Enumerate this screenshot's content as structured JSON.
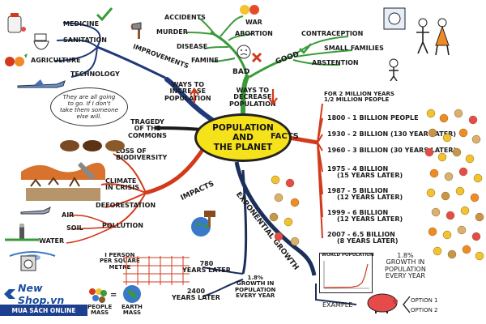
{
  "center": {
    "line1": "POPULATION",
    "line2": "AND",
    "line3": "THE PLANET"
  },
  "branches": {
    "facts": "FACTS",
    "impacts": "IMPACTS",
    "exponential_growth": "EXPONENTIAL GROWTH",
    "tragedy": [
      "TRAGEDY",
      "OF THE",
      "COMMONS"
    ],
    "ways_increase": [
      "WAYS TO",
      "INCREASE",
      "POPULATION"
    ],
    "ways_decrease": [
      "WAYS TO",
      "DECREASE",
      "POPULATION"
    ]
  },
  "increase": {
    "improvements": "IMPROVEMENTS",
    "items": [
      "MEDICINE",
      "SANITATION",
      "AGRICULTURE",
      "TECHNOLOGY"
    ]
  },
  "decrease": {
    "bad": "BAD",
    "bad_items": [
      "ACCIDENTS",
      "WAR",
      "MURDER",
      "ABORTION",
      "DISEASE",
      "FAMINE"
    ],
    "good": "GOOD",
    "good_items": [
      "CONTRACEPTION",
      "SMALL FAMILIES",
      "ABSTENTION"
    ]
  },
  "tragedy_quote": "They are all going\nto go. If I don't\ntake them someone\nelse will.",
  "impacts_items": {
    "biodiversity": [
      "LOSS OF",
      "BIODIVERSITY"
    ],
    "climate": [
      "CLIMATE",
      "IN CRISIS"
    ],
    "deforestation": "DEFORESTATION",
    "pollution": "POLLUTION",
    "pollution_items": [
      "AIR",
      "SOIL",
      "WATER"
    ]
  },
  "facts_items": {
    "intro": [
      "FOR 2 MILLION YEARS",
      "1/2 MILLION PEOPLE"
    ],
    "timeline": [
      {
        "text": "1800 - 1 BILLION PEOPLE"
      },
      {
        "text": "1930 - 2 BILLION (130 YEAR LATER)"
      },
      {
        "text": "1960 - 3 BILLION (30 YEARS LATER)"
      },
      {
        "text": "1975 - 4 BILLION",
        "sub": "(15 YEARS LATER)"
      },
      {
        "text": "1987 - 5 BILLION",
        "sub": "(12 YEARS LATER)"
      },
      {
        "text": "1999 - 6 BILLION",
        "sub": "(12 YEARS LATER)"
      },
      {
        "text": "2007 - 6.5 BILLION",
        "sub": "(8 YEARS LATER)"
      }
    ]
  },
  "growth": {
    "rate": [
      "1.8%",
      "GROWTH IN",
      "POPULATION",
      "EVERY YEAR"
    ],
    "chart_title": "WORLD POPULATION",
    "example": "EXAMPLE",
    "options": [
      "OPTION 1",
      "OPTION 2"
    ],
    "rate2": [
      "1.8%",
      "GROWTH IN",
      "POPULATION",
      "EVERY YEAR"
    ],
    "person": [
      "I PERSON",
      "PER SQUARE",
      "METRE"
    ],
    "years1": [
      "780",
      "YEARS LATER"
    ],
    "years2": [
      "2400",
      "YEARS LATER"
    ],
    "people_mass": [
      "PEOPLE",
      "MASS"
    ],
    "earth_mass": [
      "EARTH",
      "MASS"
    ],
    "equals": "="
  },
  "watermark": {
    "name": "New Shop.vn",
    "bar": "MUA SÁCH ONLINE"
  },
  "colors": {
    "center": "#f6e21a",
    "increase_branch": "#1f3a7a",
    "decrease_branch": "#3a9a3a",
    "facts_branch": "#d23a1c",
    "impacts_branch": "#d23a1c",
    "growth_branch": "#1b2f5a",
    "logo_blue": "#1c3f8f"
  }
}
